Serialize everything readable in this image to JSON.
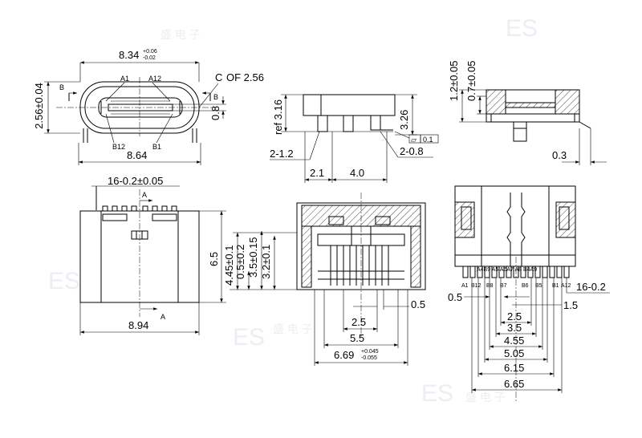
{
  "views": {
    "front": {
      "dims": {
        "height": "2.56±0.04",
        "width_top": "8.34",
        "width_top_tol_plus": "+0.06",
        "width_top_tol_minus": "-0.02",
        "width_bottom": "8.64",
        "cl_of": "C",
        "cl_of_text": "OF 2.56",
        "tongue": "0.8",
        "section": "B"
      },
      "pins": {
        "a1": "A1",
        "a12": "A12",
        "b12": "B12",
        "b1": "B1"
      }
    },
    "side": {
      "dims": {
        "ref": "ref 3.16",
        "h326": "3.26",
        "lead_left": "2-1.2",
        "lead_right": "2-0.8",
        "p21": "2.1",
        "p40": "4.0",
        "flat_sym": "⏥",
        "flat_val": "0.1"
      }
    },
    "section": {
      "dims": {
        "h12": "1.2±0.05",
        "h07": "0.7±0.05",
        "t03": "0.3"
      }
    },
    "top": {
      "dims": {
        "slot": "16-0.2±0.05",
        "len": "6.5",
        "width": "8.94",
        "section": "A"
      }
    },
    "sectionA": {
      "dims": {
        "d445": "4.45±0.1",
        "d05": "0.5±0.2",
        "d35": "3.5±0.15",
        "d32": "3.2±0.1",
        "p05": "0.5",
        "p25": "2.5",
        "p55": "5.5",
        "p669": "6.69",
        "p669_plus": "+0.045",
        "p669_minus": "-0.055"
      }
    },
    "footprint": {
      "top_pins": "A4B9 A5  A6A7  A8  B4A9",
      "bottom_pins": [
        "A1",
        "B12",
        "B8",
        "B7",
        "B6",
        "B5",
        "B1",
        "A12"
      ],
      "dims": {
        "pad": "16-0.2",
        "left05": "0.5",
        "p15": "1.5",
        "p25": "2.5",
        "p35": "3.5",
        "p455": "4.55",
        "p505": "5.05",
        "p615": "6.15",
        "p665": "6.65"
      }
    }
  },
  "watermark": {
    "logo": "ES",
    "text": "盛 电 子"
  }
}
